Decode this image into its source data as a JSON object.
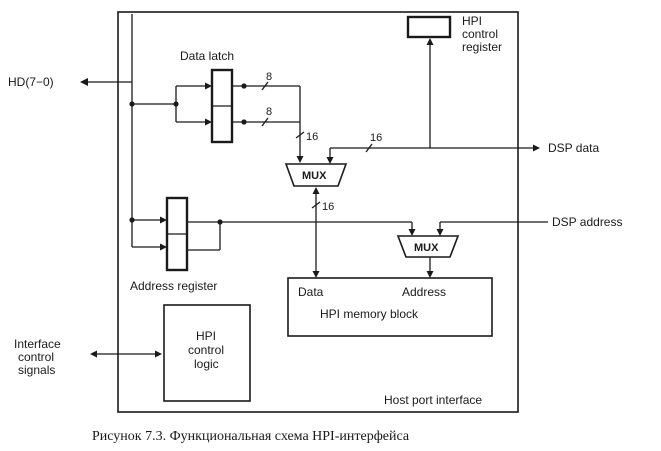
{
  "labels": {
    "hd": "HD(7−0)",
    "data_latch": "Data latch",
    "hpi_control_register": [
      "HPI",
      "control",
      "register"
    ],
    "dsp_data": "DSP data",
    "dsp_address": "DSP address",
    "address_register": "Address register",
    "mux_top": "MUX",
    "mux_bottom": "MUX",
    "mem_data": "Data",
    "mem_address": "Address",
    "hpi_memory_block": "HPI memory block",
    "interface_control_signals": [
      "Interface",
      "control",
      "signals"
    ],
    "hpi_control_logic": [
      "HPI",
      "control",
      "logic"
    ],
    "host_port_interface": "Host port interface"
  },
  "bus_widths": {
    "latch_upper": "8",
    "latch_lower": "8",
    "latch_to_mux": "16",
    "dsp_data_to_mux": "16",
    "mux_to_memory": "16"
  },
  "caption": "Рисунок 7.3. Функциональная схема HPI-интерфейса"
}
